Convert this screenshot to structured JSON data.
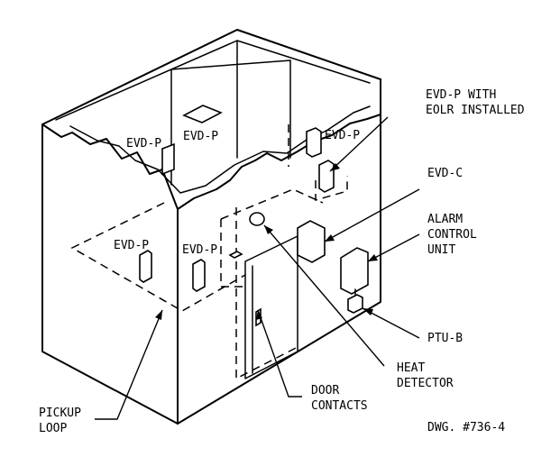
{
  "labels": {
    "evd_p_top": "EVD-P",
    "evd_p_left_wall": "EVD-P",
    "evd_p_back_right": "EVD-P",
    "evd_p_front_floor": "EVD-P",
    "evd_p_front_wall": "EVD-P",
    "evd_p_eolr_1": "EVD-P WITH",
    "evd_p_eolr_2": "EOLR INSTALLED",
    "evd_c": "EVD-C",
    "alarm_1": "ALARM",
    "alarm_2": "CONTROL",
    "alarm_3": "UNIT",
    "ptu_b": "PTU-B",
    "heat_1": "HEAT",
    "heat_2": "DETECTOR",
    "door_1": "DOOR",
    "door_2": "CONTACTS",
    "pickup_1": "PICKUP",
    "pickup_2": "LOOP",
    "drawing_number": "DWG. #736-4"
  }
}
